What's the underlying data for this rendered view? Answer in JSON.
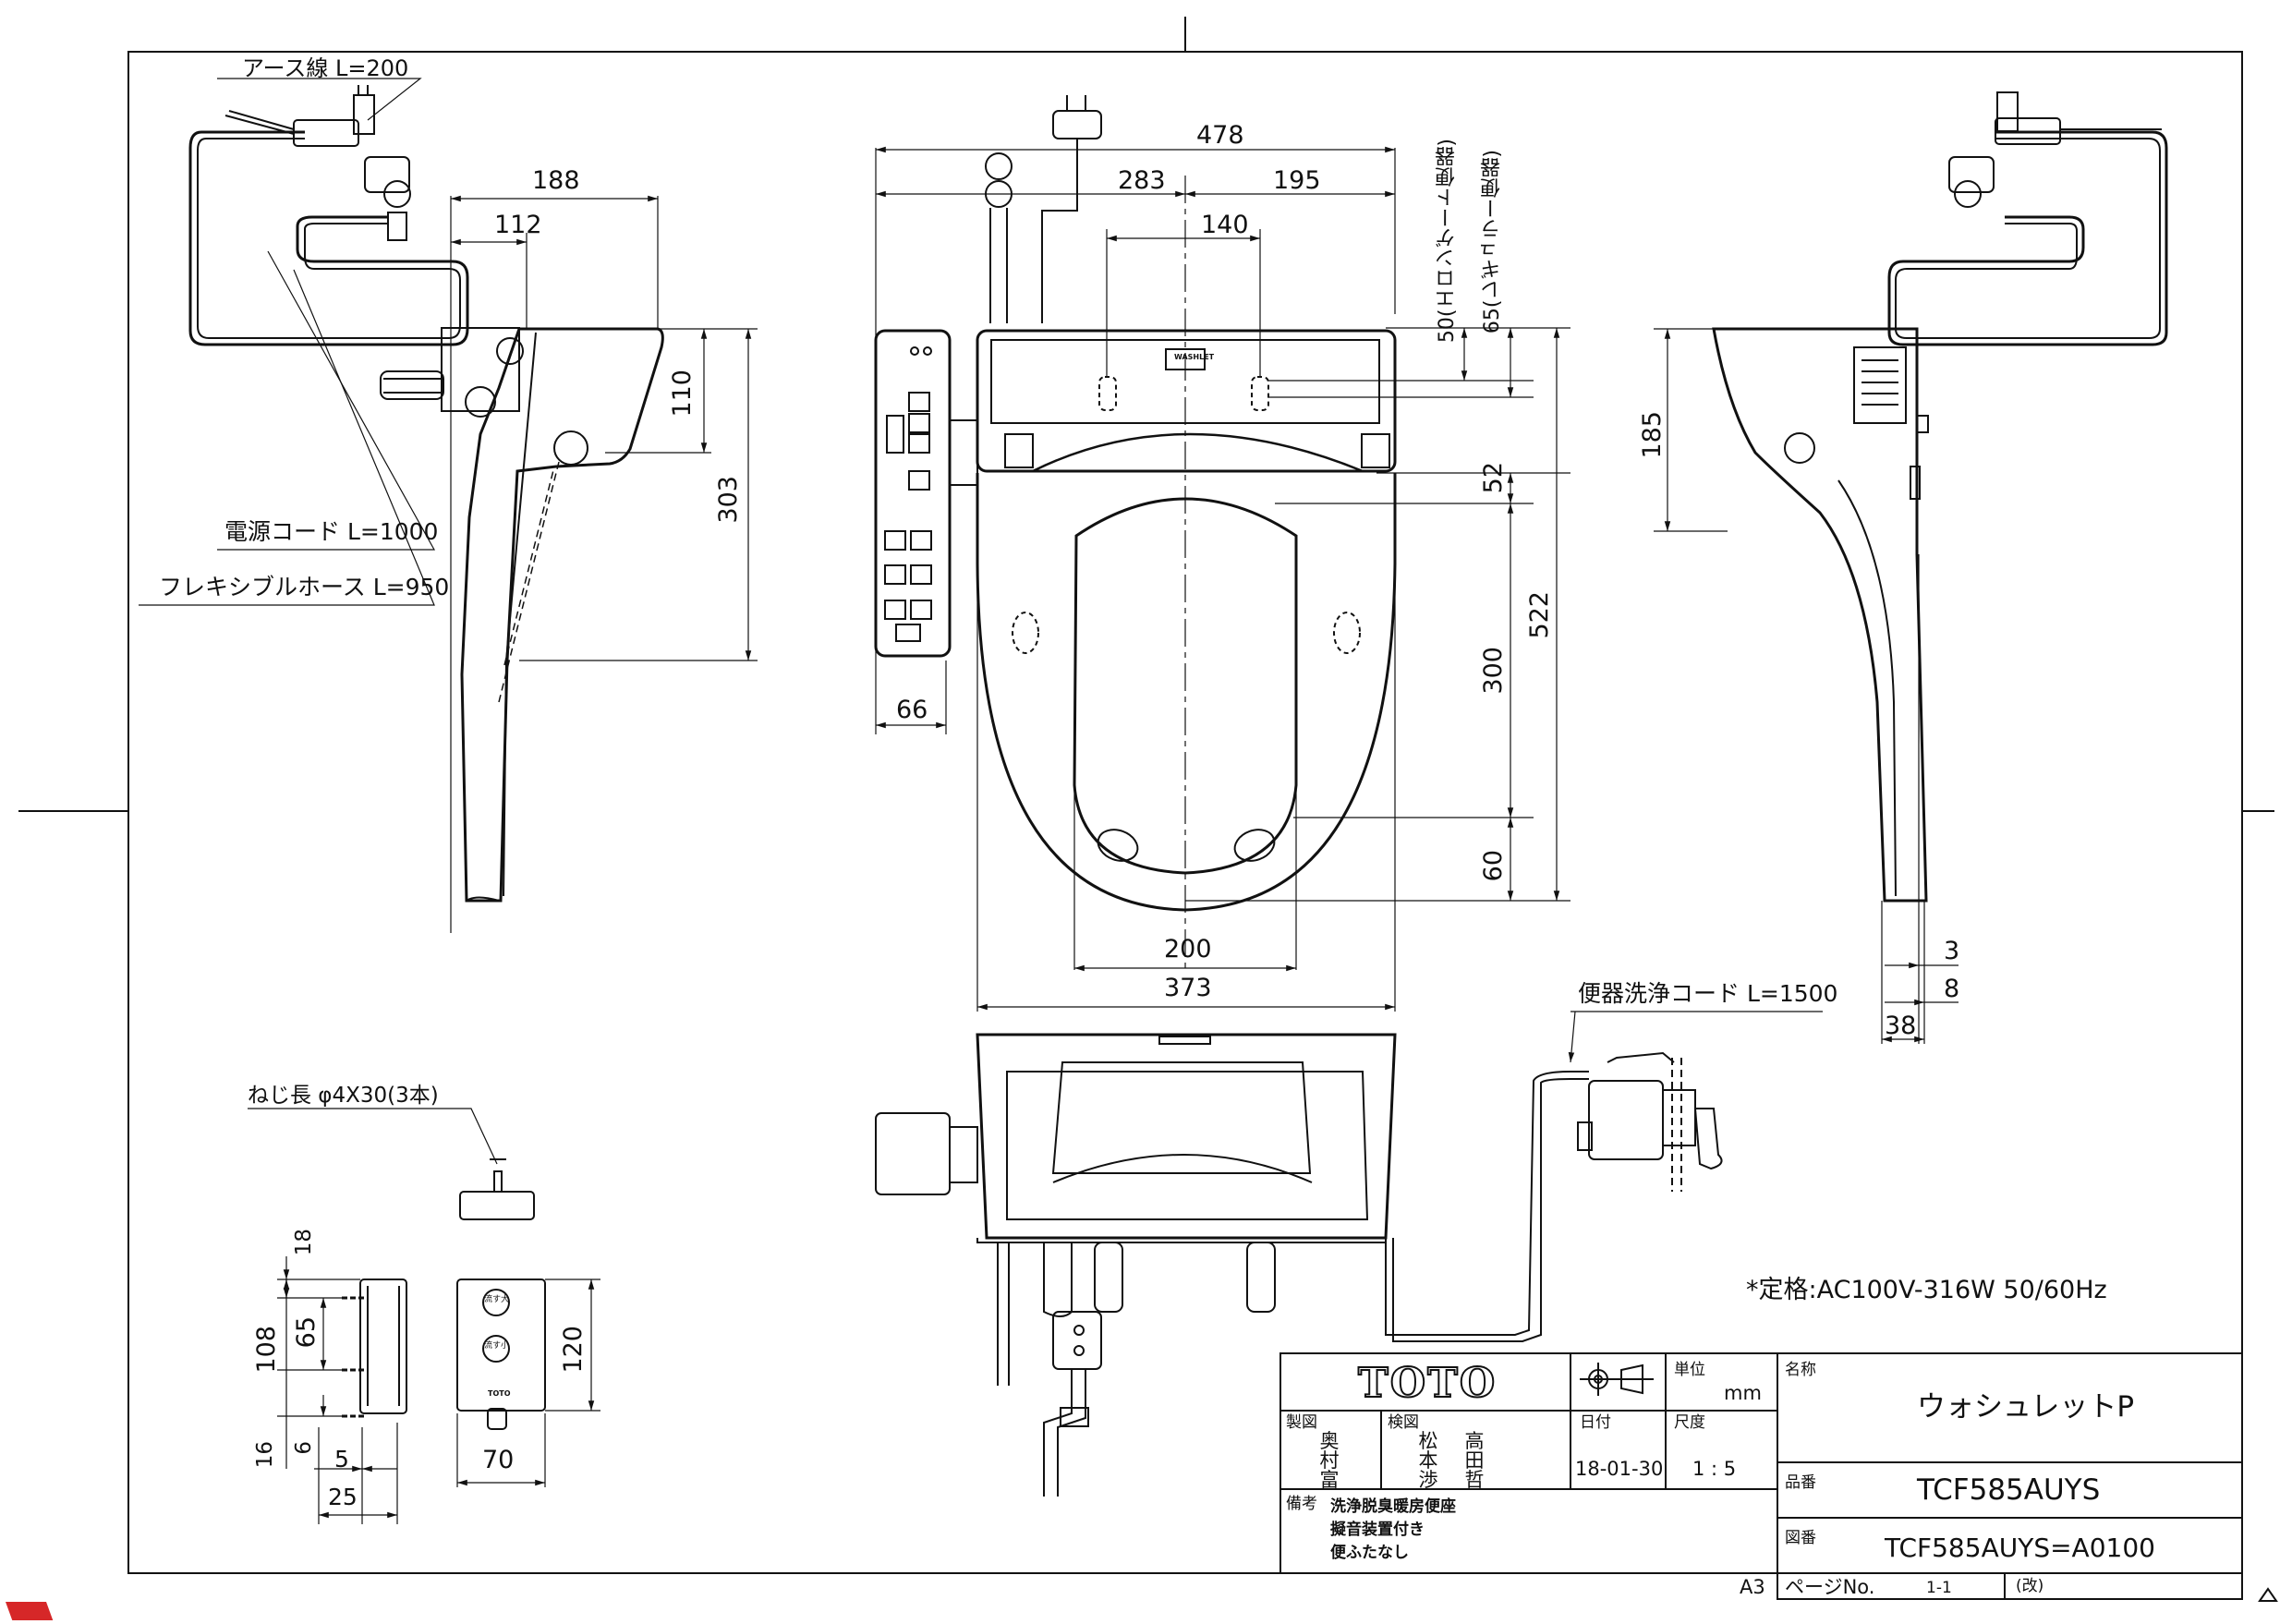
{
  "callouts": {
    "earth_wire": "アース線 L=200",
    "power_cord": "電源コード L=1000",
    "flex_hose": "フレキシブルホース L=950",
    "toilet_flush_cord": "便器洗浄コード L=1500",
    "screw": "ねじ長 φ4X30(3本)",
    "rating": "*定格:AC100V-316W 50/60Hz"
  },
  "dimensions": {
    "d478": "478",
    "d283": "283",
    "d195": "195",
    "d140": "140",
    "d188": "188",
    "d112": "112",
    "d110": "110",
    "d303": "303",
    "d50_elongated": "50(エロンゲート便器)",
    "d65_regular": "65(レギュラー便器)",
    "d52": "52",
    "d522": "522",
    "d300": "300",
    "d60": "60",
    "d66": "66",
    "d200": "200",
    "d373": "373",
    "d185": "185",
    "d3": "3",
    "d8": "8",
    "d38": "38",
    "d18": "18",
    "d108": "108",
    "d65": "65",
    "d16": "16",
    "d6": "6",
    "d5": "5",
    "d25": "25",
    "d70": "70",
    "d120": "120"
  },
  "title_block": {
    "brand": "TOTO",
    "unit_label": "単位",
    "unit_value": "mm",
    "name_label": "名称",
    "product_name": "ウォシュレットP",
    "drawn_label": "製図",
    "drawn_names": "奥 村 富",
    "checked_label": "検図",
    "checked_names_1": "松 本 渉",
    "checked_names_2": "高 田 哲",
    "date_label": "日付",
    "date_value": "18-01-30",
    "scale_label": "尺度",
    "scale_value": "1 : 5",
    "part_no_label": "品番",
    "part_no": "TCF585AUYS",
    "drawing_no_label": "図番",
    "drawing_no": "TCF585AUYS=A0100",
    "remarks_label": "備考",
    "remarks_1": "洗浄脱臭暖房便座",
    "remarks_2": "擬音装置付き",
    "remarks_3": "便ふたなし",
    "paper_size": "A3",
    "page_label": "ページNo.",
    "page_value": "1-1",
    "revision_label": "(改)"
  },
  "remote": {
    "btn_big": "流す大",
    "btn_small": "流す小",
    "brand": "TOTO"
  },
  "seat_logo": "WASHLET"
}
